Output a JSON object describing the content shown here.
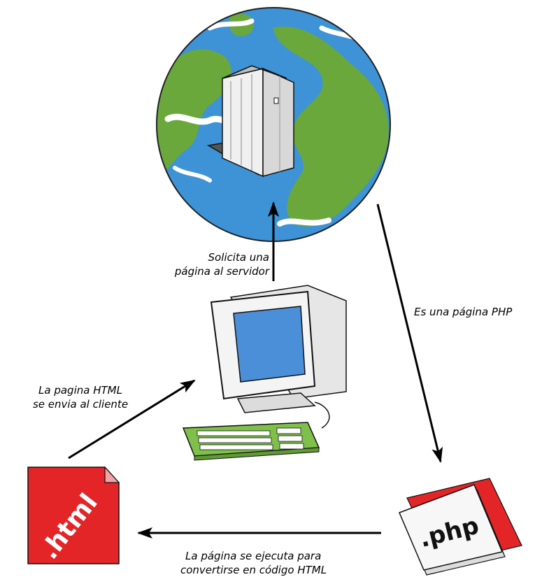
{
  "labels": {
    "request_line1": "Solicita una",
    "request_line2": "página al servidor",
    "is_php": "Es una página PHP",
    "sent_line1": "La pagina HTML",
    "sent_line2": "se envia al cliente",
    "execute_line1": "La página se ejecuta para",
    "execute_line2": "convertirse en código HTML"
  },
  "files": {
    "html_ext": ".html",
    "php_ext": ".php"
  },
  "colors": {
    "ocean": "#3d93d6",
    "land": "#6aa83c",
    "html_file": "#e32528",
    "php_accent": "#e32528",
    "screen": "#4a8fd8",
    "keyboard": "#7ec04a",
    "arrow": "#000000"
  },
  "icons": [
    "globe-icon",
    "server-icon",
    "computer-icon",
    "keyboard-icon",
    "html-file-icon",
    "php-file-icon"
  ]
}
